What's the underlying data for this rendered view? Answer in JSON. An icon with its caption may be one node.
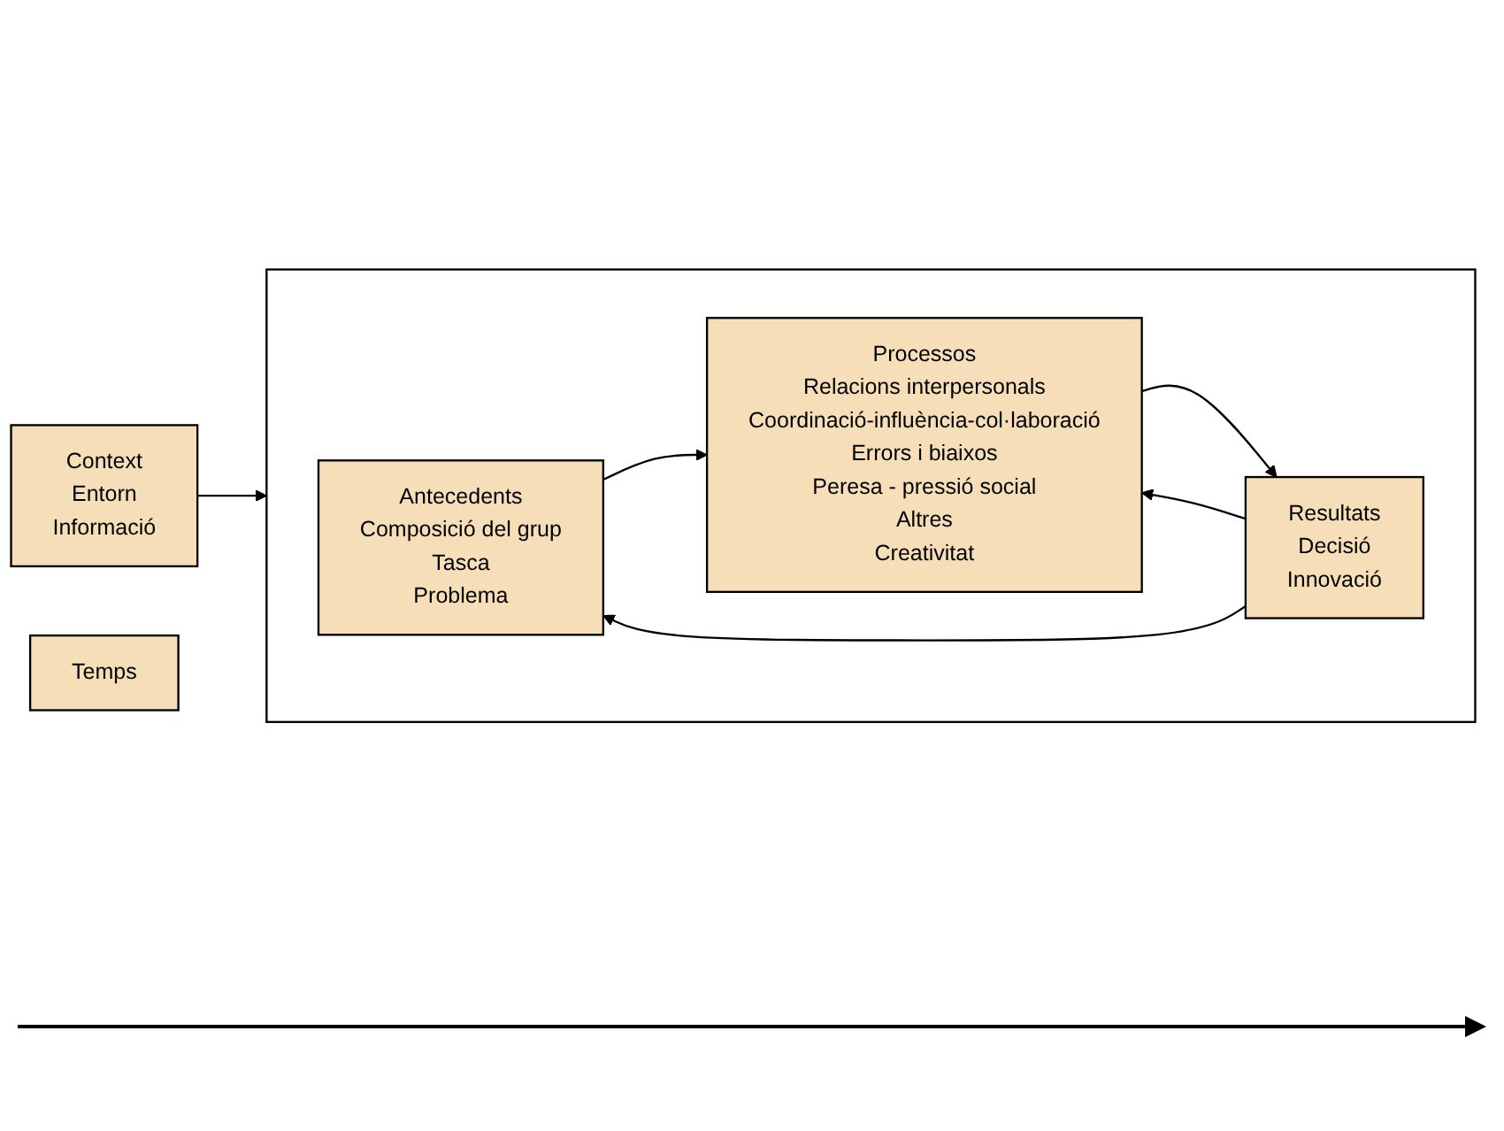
{
  "diagram": {
    "nodes": [
      {
        "text": [
          "Context",
          "Entorn",
          "Informació"
        ]
      },
      {
        "text": [],
        "shape": "box"
      },
      {
        "text": [
          "Antecedents",
          "Composició del grup",
          "Tasca",
          "Problema"
        ],
        "in": 1
      },
      {
        "text": [
          "Processos",
          "Relacions interpersonals",
          "Coordinació-influència-col·laboració",
          "Errors i biaixos",
          "Peresa - pressió social",
          "Altres",
          "Creativitat"
        ],
        "in": 1
      },
      {
        "text": [
          "Resultats",
          "Decisió",
          "Innovació"
        ],
        "in": 1
      },
      {
        "text": [
          "Temps"
        ]
      }
    ],
    "edges": [
      {
        "from": 0,
        "to": 1,
        "arrow": "to"
      },
      {
        "from": 2,
        "to": 3,
        "arrow": "to"
      },
      {
        "from": 3,
        "to": 4,
        "arrow": "to"
      },
      {
        "from": 4,
        "to": 2,
        "arrow": "to"
      },
      {
        "from": 4,
        "to": 3,
        "arrow": "to"
      }
    ]
  }
}
